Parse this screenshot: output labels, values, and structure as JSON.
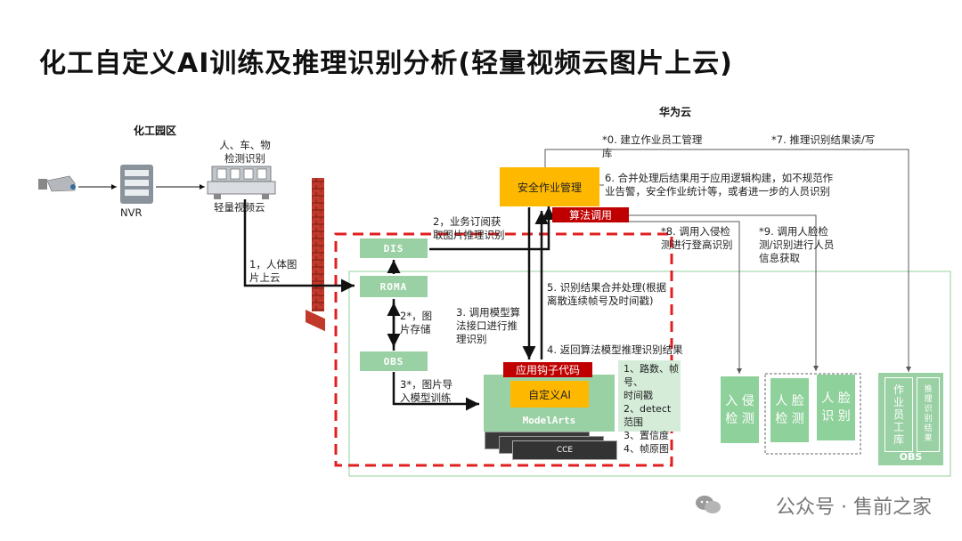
{
  "title": "化工自定义AI训练及推理识别分析(轻量视频云图片上云)",
  "zones": {
    "park": "化工园区",
    "cloud": "华为云"
  },
  "devices": {
    "nvr": "NVR",
    "edge_caption": "人、车、物\n检测识别",
    "edge_name": "轻量视频云"
  },
  "boxes": {
    "dis": "DIS",
    "roma": "ROMA",
    "obs": "OBS",
    "safety": "安全作业管理",
    "algo_call": "算法调用",
    "hook": "应用钩子代码",
    "custom_ai": "自定义AI",
    "modelarts": "ModelArts",
    "cce": "CCE",
    "intrusion": "入\n侵\n检\n测",
    "face_detect": "人\n脸\n检\n测",
    "face_recog": "人\n脸\n识\n别",
    "staff_db": "作\n业\n员\n工\n库",
    "result_store": "推\n理\n识\n别\n结\n果",
    "obs_right": "OBS"
  },
  "labels": {
    "step1": "1，人体图\n片上云",
    "step2": "2，业务订阅获\n取图片推理识别",
    "step2s": "2*，图\n片存储",
    "step3": "3. 调用模型算\n法接口进行推\n理识别",
    "step3s": "3*，图片导\n入模型训练",
    "step4": "4. 返回算法模型推理识别结果",
    "step4_details": "1、路数、帧号、\n时间戳\n2、detect范围\n3、置信度\n4、帧原图",
    "step5": "5. 识别结果合并处理(根据\n离散连续帧号及时间戳)",
    "step6": "6. 合并处理后结果用于应用逻辑构建，如不规范作\n业告警，安全作业统计等，或者进一步的人员识别",
    "step0": "*0. 建立作业员工管理\n库",
    "step7": "*7. 推理识别结果读/写",
    "step8": "*8. 调用入侵检\n测进行登高识别",
    "step9": "*9. 调用人脸检\n测/识别进行人员\n信息获取"
  },
  "watermark": "公众号 · 售前之家",
  "colors": {
    "green": "#9ad1a4",
    "red": "#c00000",
    "orange": "#ffb800",
    "wall": "#c0392b"
  }
}
